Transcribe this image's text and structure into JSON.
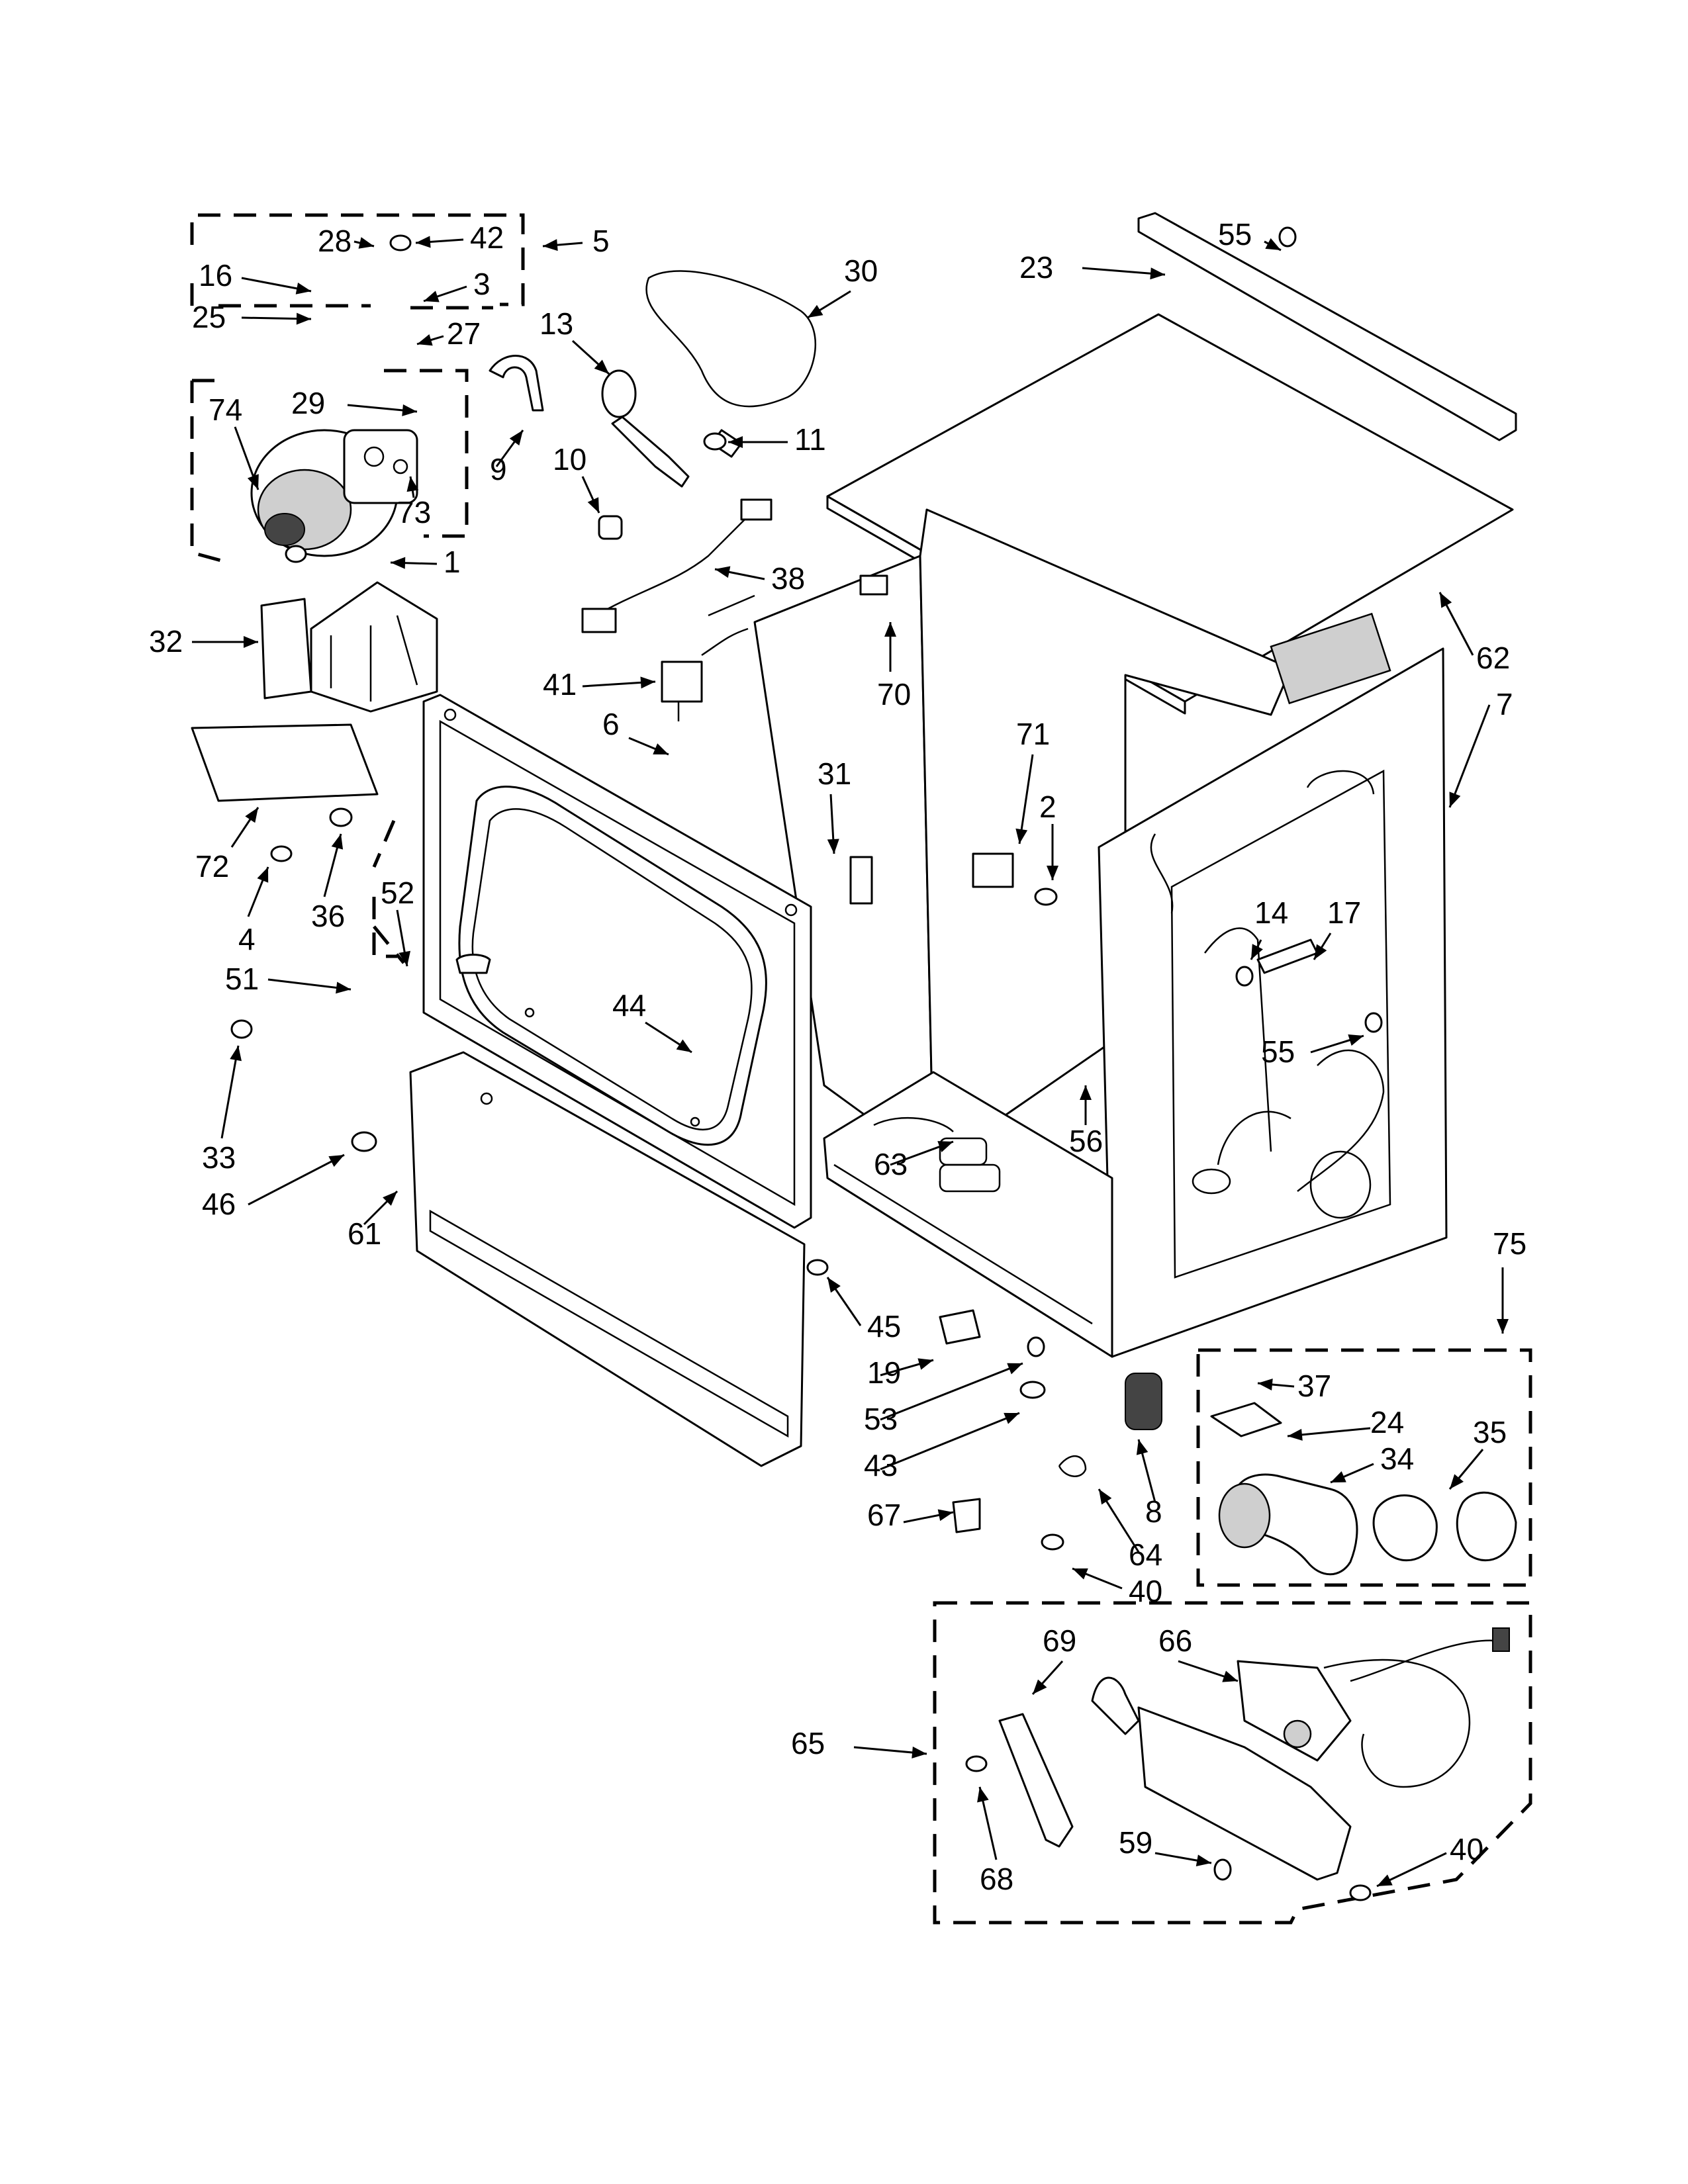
{
  "callouts": [
    {
      "label": "28"
    },
    {
      "label": "42"
    },
    {
      "label": "5"
    },
    {
      "label": "16"
    },
    {
      "label": "3"
    },
    {
      "label": "25"
    },
    {
      "label": "27"
    },
    {
      "label": "30"
    },
    {
      "label": "13"
    },
    {
      "label": "23"
    },
    {
      "label": "55"
    },
    {
      "label": "74"
    },
    {
      "label": "29"
    },
    {
      "label": "9"
    },
    {
      "label": "10"
    },
    {
      "label": "11"
    },
    {
      "label": "73"
    },
    {
      "label": "1"
    },
    {
      "label": "38"
    },
    {
      "label": "32"
    },
    {
      "label": "62"
    },
    {
      "label": "7"
    },
    {
      "label": "41"
    },
    {
      "label": "70"
    },
    {
      "label": "6"
    },
    {
      "label": "31"
    },
    {
      "label": "71"
    },
    {
      "label": "2"
    },
    {
      "label": "72"
    },
    {
      "label": "36"
    },
    {
      "label": "4"
    },
    {
      "label": "52"
    },
    {
      "label": "14"
    },
    {
      "label": "17"
    },
    {
      "label": "51"
    },
    {
      "label": "44"
    },
    {
      "label": "55"
    },
    {
      "label": "33"
    },
    {
      "label": "63"
    },
    {
      "label": "56"
    },
    {
      "label": "46"
    },
    {
      "label": "61"
    },
    {
      "label": "75"
    },
    {
      "label": "45"
    },
    {
      "label": "19"
    },
    {
      "label": "37"
    },
    {
      "label": "53"
    },
    {
      "label": "24"
    },
    {
      "label": "35"
    },
    {
      "label": "43"
    },
    {
      "label": "34"
    },
    {
      "label": "67"
    },
    {
      "label": "8"
    },
    {
      "label": "64"
    },
    {
      "label": "40"
    },
    {
      "label": "69"
    },
    {
      "label": "66"
    },
    {
      "label": "65"
    },
    {
      "label": "59"
    },
    {
      "label": "40"
    },
    {
      "label": "68"
    }
  ]
}
